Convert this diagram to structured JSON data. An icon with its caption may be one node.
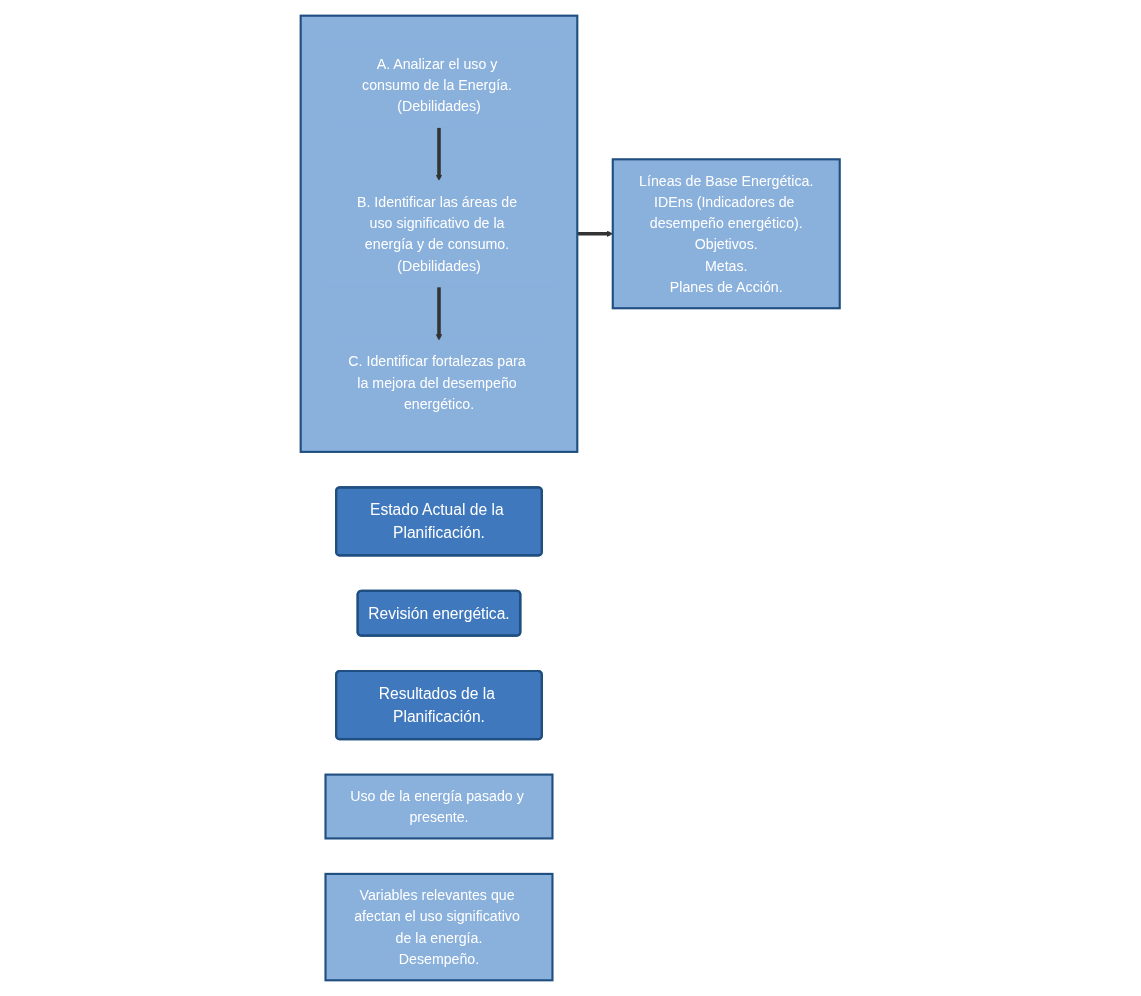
{
  "diagram": {
    "nodes": [
      {
        "text": [
          "Estado Actual de la Planificación."
        ]
      },
      {
        "text": [
          "Revisión energética."
        ]
      },
      {
        "text": [
          "Resultados de la Planificación."
        ]
      },
      {
        "text": [
          "Uso de la energía pasado y presente."
        ]
      },
      {
        "text": [
          "Variables relevantes que afectan el uso significativo de la energía.",
          "Desempeño."
        ]
      },
      {
        "text": [],
        "shape": "box"
      },
      {
        "text": [
          "A. Analizar el uso y consumo de la Energía. (Debilidades)"
        ],
        "in": 5
      },
      {
        "text": [
          "B. Identificar las áreas de uso significativo de la energía y de consumo. (Debilidades)"
        ],
        "in": 5
      },
      {
        "text": [
          "C. Identificar fortalezas para la mejora del desempeño energético."
        ],
        "in": 5
      },
      {
        "text": [
          "Líneas de Base Energética.",
          "IDEns (Indicadores de desempeño energético).",
          "Objetivos.",
          "Metas.",
          "Planes de Acción."
        ]
      }
    ],
    "edges": [
      {
        "from": 6,
        "to": 7,
        "arrow": "to"
      },
      {
        "from": 7,
        "to": 8,
        "arrow": "to"
      },
      {
        "from": 5,
        "to": 9,
        "arrow": "to"
      }
    ]
  }
}
